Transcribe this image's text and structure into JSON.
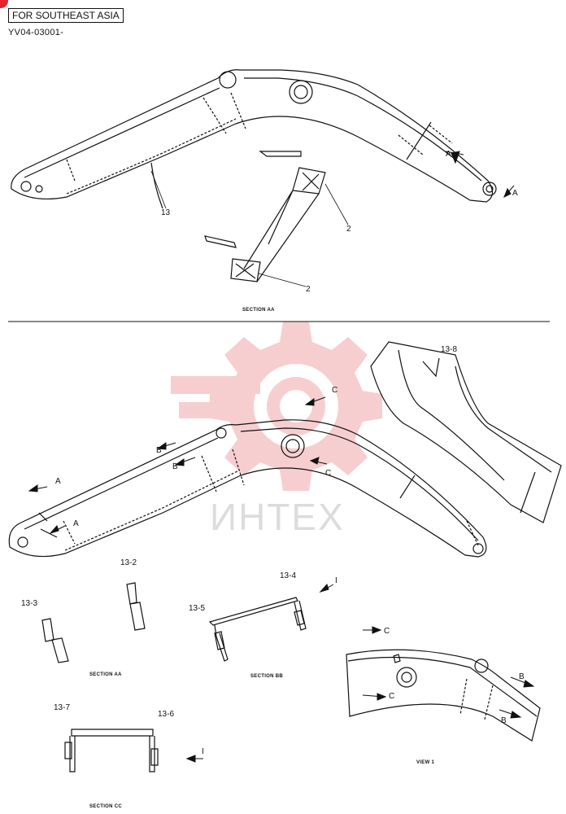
{
  "header": {
    "region_badge": "FOR SOUTHEAST ASIA",
    "doc_code": "YV04-03001-"
  },
  "colors": {
    "line": "#111111",
    "watermark": "#f2a7ab",
    "badge": "#e0262b"
  },
  "icons": [
    "gear-watermark-icon",
    "notification-dot-icon"
  ],
  "watermark": {
    "text": "ИНТЕХ"
  },
  "callouts": {
    "part_13": "13",
    "part_2a": "2",
    "part_2b": "2",
    "part_13_8": "13-8",
    "part_13_2": "13-2",
    "part_13_3": "13-3",
    "part_13_4": "13-4",
    "part_13_5": "13-5",
    "part_13_6": "13-6",
    "part_13_7": "13-7"
  },
  "arrows": {
    "a_top_1": "A",
    "a_top_2": "A",
    "a_mid_1": "A",
    "a_mid_2": "A",
    "b_mid_1": "B",
    "b_mid_2": "B",
    "c_mid_1": "C",
    "c_mid_2": "C",
    "i_1": "I",
    "c_view_1": "C",
    "c_view_2": "C",
    "b_view_1": "B",
    "b_view_2": "B",
    "i_2": "I"
  },
  "captions": {
    "section_aa_top": "SECTION AA",
    "section_aa": "SECTION AA",
    "section_bb": "SECTION BB",
    "section_cc": "SECTION CC",
    "view_1": "VIEW 1"
  }
}
